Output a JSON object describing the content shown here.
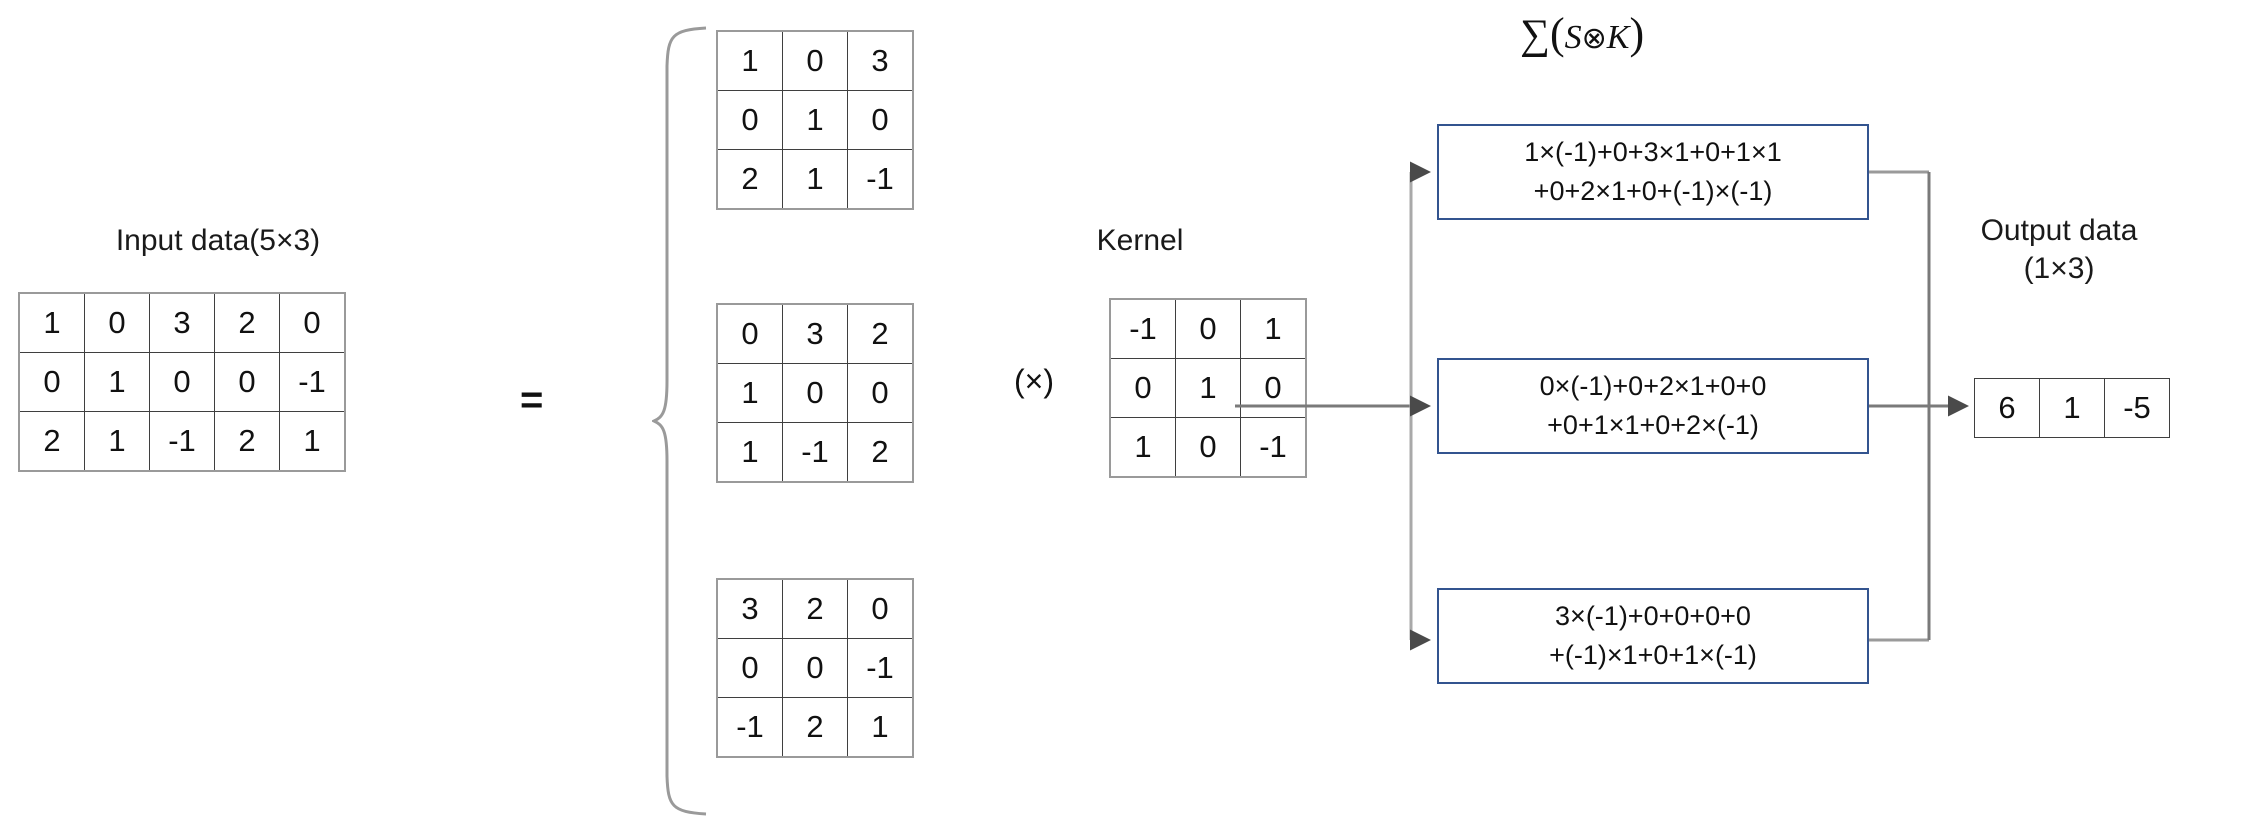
{
  "diagram": {
    "title_input": "Input data(5×3)",
    "title_kernel": "Kernel",
    "title_output_line1": "Output data",
    "title_output_line2": "(1×3)",
    "equals_sign": "=",
    "times_sign": "(×)",
    "sigma_symbol": "∑",
    "sigma_open": "(",
    "sigma_s": "S",
    "sigma_op": "⊗",
    "sigma_k": "K",
    "sigma_close": ")",
    "box_border_color": "#33548f",
    "grid_border_color": "#3f3f3f",
    "arrow_color": "#7a7a7a"
  },
  "input_matrix": {
    "rows": 3,
    "cols": 5,
    "values": [
      [
        "1",
        "0",
        "3",
        "2",
        "0"
      ],
      [
        "0",
        "1",
        "0",
        "0",
        "-1"
      ],
      [
        "2",
        "1",
        "-1",
        "2",
        "1"
      ]
    ]
  },
  "slices": [
    {
      "name": "slice-1",
      "values": [
        [
          "1",
          "0",
          "3"
        ],
        [
          "0",
          "1",
          "0"
        ],
        [
          "2",
          "1",
          "-1"
        ]
      ]
    },
    {
      "name": "slice-2",
      "values": [
        [
          "0",
          "3",
          "2"
        ],
        [
          "1",
          "0",
          "0"
        ],
        [
          "1",
          "-1",
          "2"
        ]
      ]
    },
    {
      "name": "slice-3",
      "values": [
        [
          "3",
          "2",
          "0"
        ],
        [
          "0",
          "0",
          "-1"
        ],
        [
          "-1",
          "2",
          "1"
        ]
      ]
    }
  ],
  "kernel_matrix": {
    "rows": 3,
    "cols": 3,
    "values": [
      [
        "-1",
        "0",
        "1"
      ],
      [
        "0",
        "1",
        "0"
      ],
      [
        "1",
        "0",
        "-1"
      ]
    ]
  },
  "formula_boxes": [
    {
      "name": "formula-box-1",
      "line1": "1×(-1)+0+3×1+0+1×1",
      "line2": "+0+2×1+0+(-1)×(-1)"
    },
    {
      "name": "formula-box-2",
      "line1": "0×(-1)+0+2×1+0+0",
      "line2": "+0+1×1+0+2×(-1)"
    },
    {
      "name": "formula-box-3",
      "line1": "3×(-1)+0+0+0+0",
      "line2": "+(-1)×1+0+1×(-1)"
    }
  ],
  "output_matrix": {
    "rows": 1,
    "cols": 3,
    "values": [
      [
        "6",
        "1",
        "-5"
      ]
    ]
  }
}
